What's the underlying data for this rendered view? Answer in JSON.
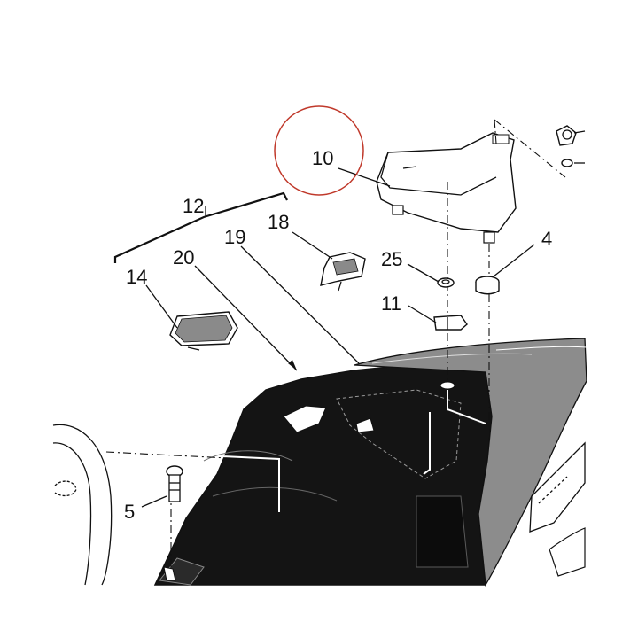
{
  "diagram": {
    "callouts": [
      {
        "id": "c10",
        "label": "10"
      },
      {
        "id": "c12",
        "label": "12"
      },
      {
        "id": "c18",
        "label": "18"
      },
      {
        "id": "c19",
        "label": "19"
      },
      {
        "id": "c20",
        "label": "20"
      },
      {
        "id": "c14",
        "label": "14"
      },
      {
        "id": "c25",
        "label": "25"
      },
      {
        "id": "c4",
        "label": "4"
      },
      {
        "id": "c11",
        "label": "11"
      },
      {
        "id": "c5",
        "label": "5"
      }
    ],
    "highlight_color": "#c0392b",
    "ink_color": "#111111"
  }
}
